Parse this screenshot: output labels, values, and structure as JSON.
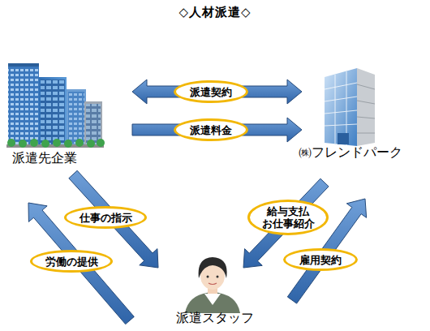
{
  "diagram": {
    "title": "◇人材派遣◇",
    "nodes": [
      {
        "text": [
          "派遣先企業"
        ]
      },
      {
        "text": [
          "㈱フレンドパーク"
        ]
      },
      {
        "text": [
          "派遣スタッフ"
        ]
      }
    ],
    "edges": [
      {
        "from": 0,
        "to": 1,
        "label": "派遣契約",
        "arrow": "both"
      },
      {
        "from": 0,
        "to": 1,
        "label": "派遣料金",
        "arrow": "to"
      },
      {
        "from": 0,
        "to": 2,
        "label": "仕事の指示",
        "arrow": "to"
      },
      {
        "from": 2,
        "to": 0,
        "label": "労働の提供",
        "arrow": "to"
      },
      {
        "from": 1,
        "to": 2,
        "label": "給与支払 お仕事紹介",
        "arrow": "to"
      },
      {
        "from": 2,
        "to": 1,
        "label": "雇用契約",
        "arrow": "to"
      }
    ]
  }
}
